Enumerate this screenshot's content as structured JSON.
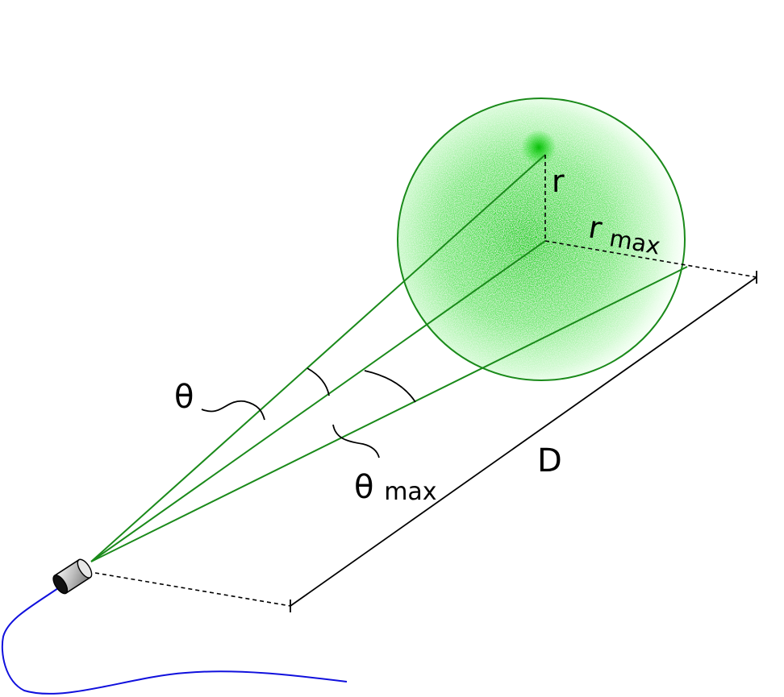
{
  "labels": {
    "theta": "θ",
    "theta_max_main": "θ",
    "theta_max_sub": "max",
    "r": "r",
    "r_max_main": "r",
    "r_max_sub": "max",
    "distance": "D"
  },
  "colors": {
    "spot": "#00d400",
    "spot_outline": "#1a8a1a",
    "beam": "#1a8a1a",
    "fiber": "#1010dd",
    "lines": "#000000"
  }
}
